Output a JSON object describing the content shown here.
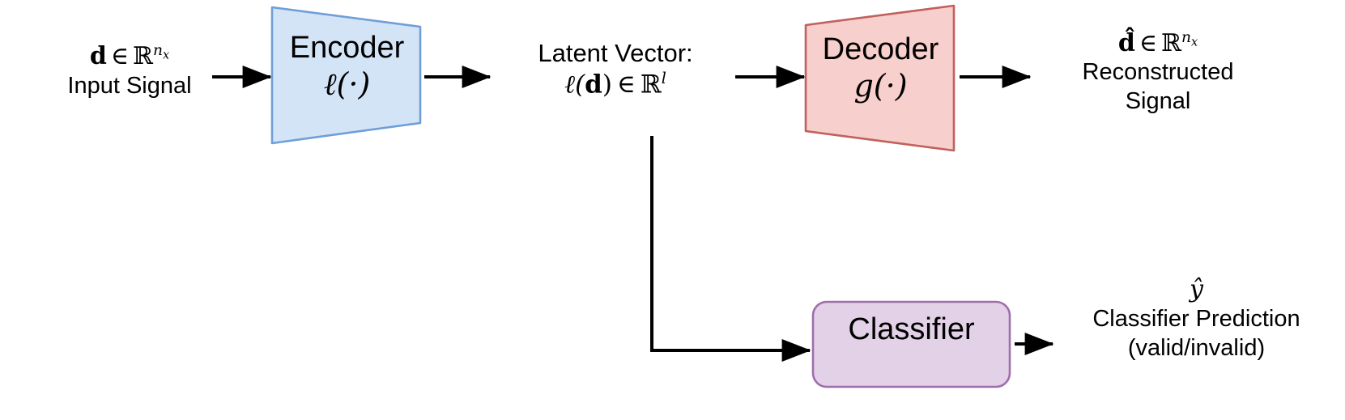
{
  "diagram": {
    "title": "Autoencoder with classifier branch",
    "colors": {
      "encoder_fill": "#d4e4f7",
      "encoder_stroke": "#6f9fd8",
      "decoder_fill": "#f7cfcc",
      "decoder_stroke": "#c1605c",
      "classifier_fill": "#e3d1e8",
      "classifier_stroke": "#9d6fab",
      "arrow": "#000000",
      "background": "#ffffff"
    },
    "blocks": [
      {
        "id": "encoder",
        "name": "Encoder",
        "label_line1": "Encoder",
        "label_line2_math": "ℓ(·)",
        "shape": "trapezoid-narrowing-right",
        "fill": "#d4e4f7"
      },
      {
        "id": "decoder",
        "name": "Decoder",
        "label_line1": "Decoder",
        "label_line2_math": "g(·)",
        "shape": "trapezoid-widening-right",
        "fill": "#f7cfcc"
      },
      {
        "id": "classifier",
        "name": "Classifier",
        "label_line1": "Classifier",
        "shape": "rounded-rect",
        "fill": "#e3d1e8"
      }
    ],
    "labels": {
      "input": {
        "math_var": "d",
        "math_in": "∈",
        "math_set": "ℝ",
        "math_sup": "n",
        "math_sup_sub": "x",
        "caption": "Input Signal"
      },
      "latent": {
        "caption": "Latent Vector:",
        "math_fn": "ℓ(",
        "math_var": "d",
        "math_fn_close": ")",
        "math_in": "∈",
        "math_set": "ℝ",
        "math_sup": "l"
      },
      "reconstructed": {
        "math_var": "d",
        "math_hat": "̂",
        "math_in": "∈",
        "math_set": "ℝ",
        "math_sup": "n",
        "math_sup_sub": "x",
        "caption_line1": "Reconstructed",
        "caption_line2": "Signal"
      },
      "prediction": {
        "math_var": "y",
        "math_hat": "̂",
        "caption_line1": "Classifier Prediction",
        "caption_line2": "(valid/invalid)"
      }
    },
    "arrows": [
      {
        "id": "input-to-encoder",
        "from": "input-label",
        "to": "encoder"
      },
      {
        "id": "encoder-to-latent",
        "from": "encoder",
        "to": "latent-label"
      },
      {
        "id": "latent-to-decoder",
        "from": "latent-label",
        "to": "decoder"
      },
      {
        "id": "decoder-to-output",
        "from": "decoder",
        "to": "reconstructed-label"
      },
      {
        "id": "latent-branch-to-classifier",
        "from": "latent-label",
        "to": "classifier"
      },
      {
        "id": "classifier-to-prediction",
        "from": "classifier",
        "to": "prediction-label"
      }
    ]
  }
}
